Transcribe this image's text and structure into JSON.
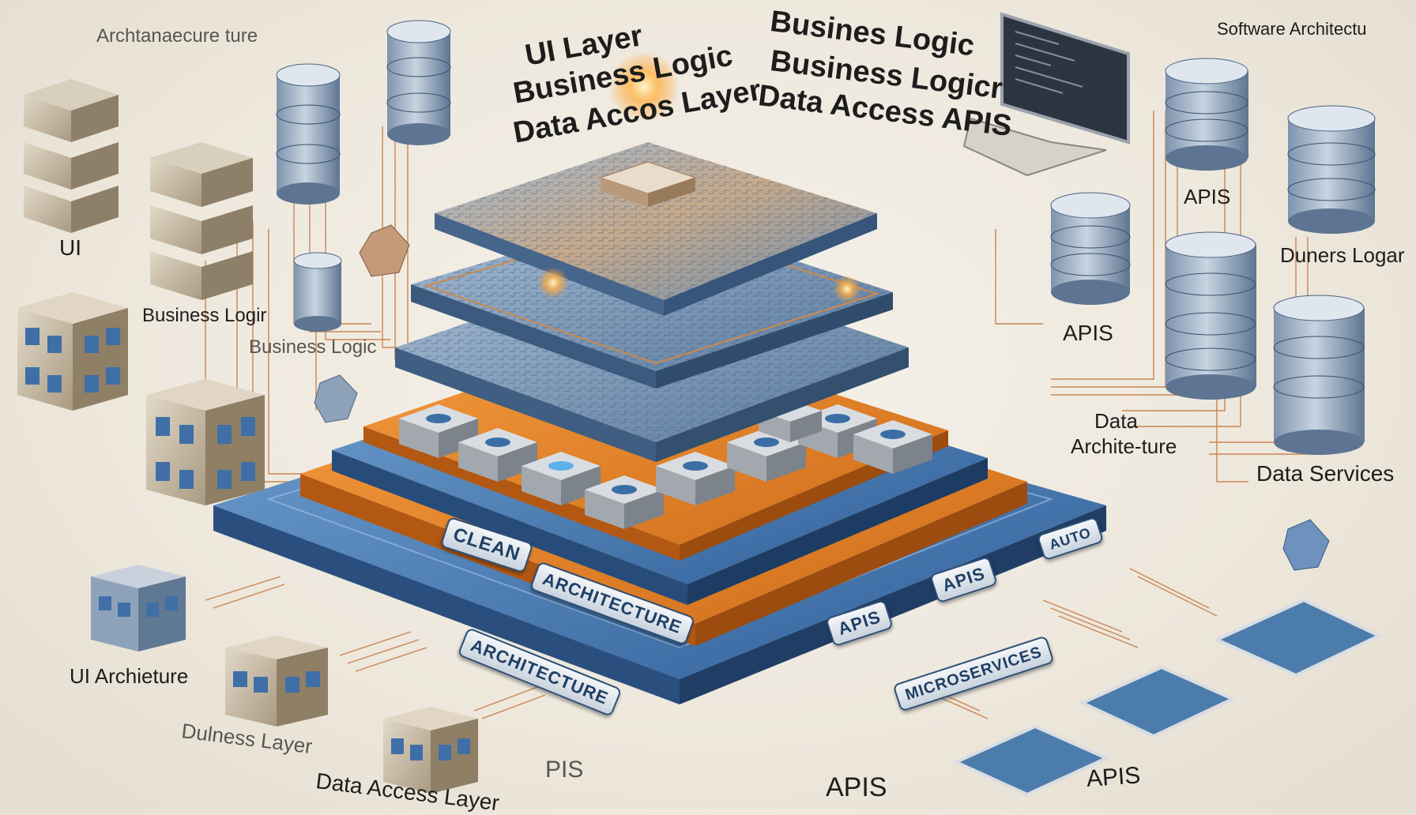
{
  "labels": {
    "top_left_caption": "Archtanaecure  ture",
    "top_right_caption": "Software Architectu",
    "ui": "UI",
    "ui_layer": "UI Layer",
    "business_logic_stack": "Business Logic",
    "data_acces_layer": "Data Accos Layer",
    "business_logic_right_1": "Busines Logic",
    "business_logic_right_2": "Business Logicr",
    "data_access_apis": "Data Access APIS",
    "business_logic_left_1": "Business Logir",
    "business_logic_left_2": "Business Logic",
    "apis_right_top": "APIS",
    "apis_right_mid": "APIS",
    "duners_logar": "Duners Logar",
    "data_architecture_1": "Data",
    "data_architecture_2": "Archite-ture",
    "data_services": "Data Services",
    "ui_archieture": "UI  Archieture",
    "dulness_layer": "Dulness Layer",
    "data_access_layer": "Data Access Layer",
    "pis": "PIS",
    "apis_bottom": "APIS",
    "apis_bottom_right": "APIS"
  },
  "platform_tags": {
    "clean": "CLEAN",
    "architecture_orange": "ARCHITECTURE",
    "architecture_blue": "ARCHITECTURE",
    "apis_1": "APIS",
    "apis_2": "APIS",
    "microservices": "MICROSERVICES",
    "auto": "AUTO"
  },
  "colors": {
    "accent_orange": "#e8862a",
    "accent_blue": "#3f78b4",
    "wire_copper": "#c87a45",
    "background": "#f2ede4"
  },
  "icons": [
    "server-icon",
    "database-icon",
    "monitor-icon",
    "keyboard-icon",
    "chip-icon",
    "circuit-board-icon",
    "gem-connector-icon"
  ]
}
